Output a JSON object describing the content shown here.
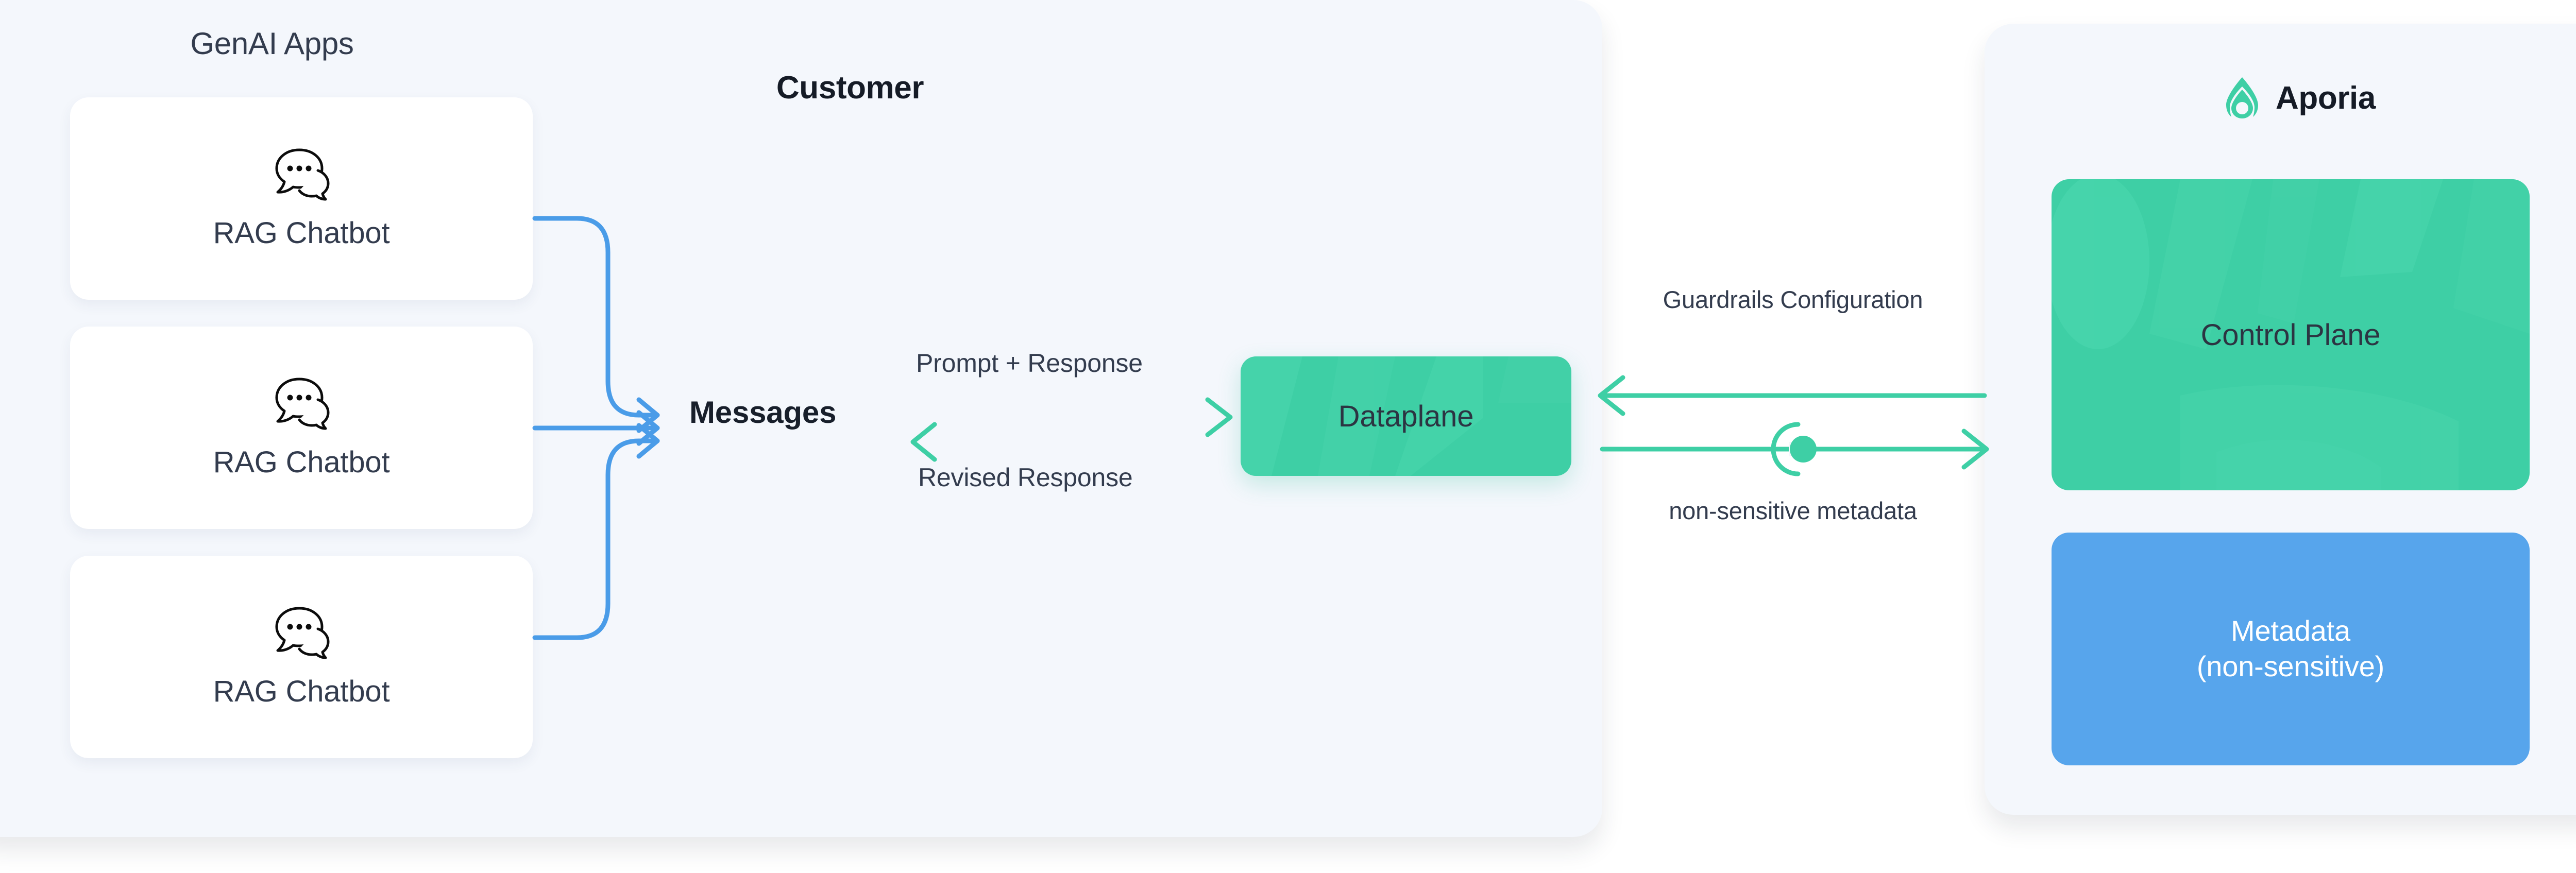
{
  "diagram": {
    "type": "architecture-flow",
    "background_color": "#f4f7fc"
  },
  "customer": {
    "panel_title": "Customer",
    "genai_section_title": "GenAI Apps",
    "apps": [
      {
        "label": "RAG Chatbot",
        "icon": "chat-bubbles-icon"
      },
      {
        "label": "RAG Chatbot",
        "icon": "chat-bubbles-icon"
      },
      {
        "label": "RAG Chatbot",
        "icon": "chat-bubbles-icon"
      }
    ],
    "messages_label": "Messages",
    "flows": [
      {
        "label": "Prompt + Response",
        "direction": "to-dataplane"
      },
      {
        "label": "Revised Response",
        "direction": "from-dataplane"
      }
    ],
    "dataplane_label": "Dataplane"
  },
  "interconnect": {
    "flows": [
      {
        "label": "Guardrails Configuration",
        "direction": "aporia-to-customer"
      },
      {
        "label": "non-sensitive metadata",
        "direction": "customer-to-aporia"
      }
    ],
    "icon": "connector-node-icon"
  },
  "aporia": {
    "brand_name": "Aporia",
    "brand_mark": "aporia-flame-logo",
    "boxes": [
      {
        "label": "Control Plane",
        "color": "#3ecfa5",
        "text_color": "#2c3442"
      },
      {
        "label_line1": "Metadata",
        "label_line2": "(non-sensitive)",
        "color": "#57a5ec",
        "text_color": "#ffffff"
      }
    ]
  },
  "colors": {
    "panel_bg": "#f4f7fc",
    "card_bg": "#ffffff",
    "blue": "#4a9ce8",
    "green": "#3ecfa5",
    "metadata_blue": "#57a5ec",
    "text_dark": "#333c4e",
    "text_darkest": "#151b26"
  }
}
